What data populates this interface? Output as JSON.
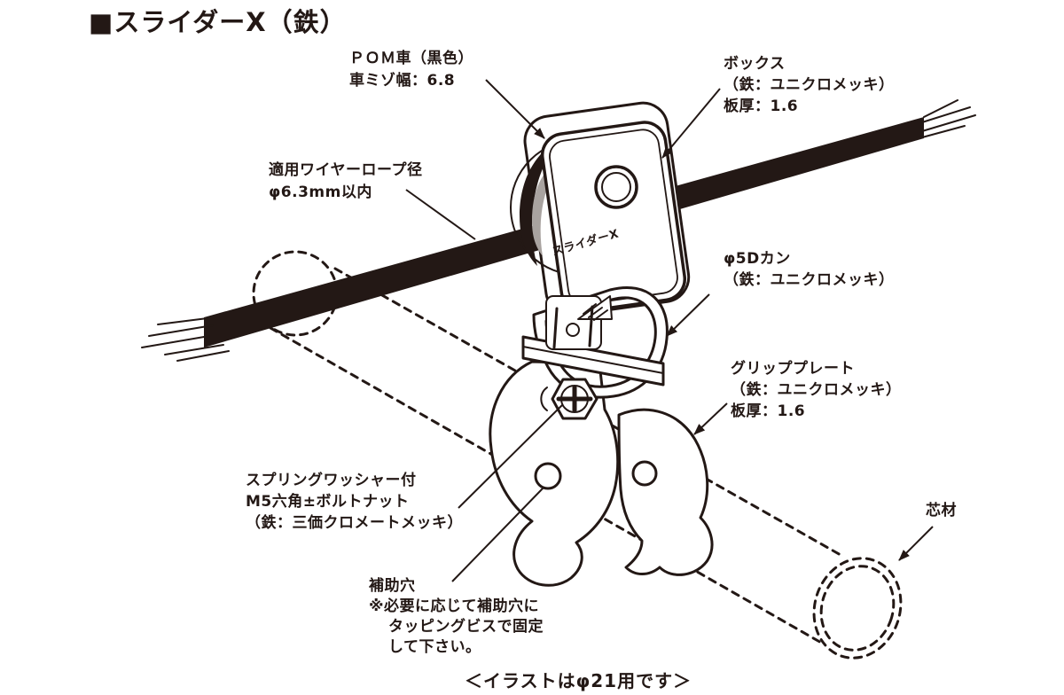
{
  "title": "■スライダーX（鉄）",
  "device_mark": "スライダーX",
  "caption": "＜イラストはφ21用です＞",
  "callouts": {
    "pom_wheel": {
      "lines": [
        "ＰＯＭ車（黒色）",
        "車ミゾ幅：6.8"
      ]
    },
    "box": {
      "lines": [
        "ボックス",
        "（鉄：ユニクロメッキ）",
        "板厚：1.6"
      ]
    },
    "wire_rope": {
      "lines": [
        "適用ワイヤーロープ径",
        "φ6.3mm以内"
      ]
    },
    "d_ring": {
      "lines": [
        "φ5Dカン",
        "（鉄：ユニクロメッキ）"
      ]
    },
    "grip_plate": {
      "lines": [
        "グリッププレート",
        "（鉄：ユニクロメッキ）",
        "板厚：1.6"
      ]
    },
    "bolt_nut": {
      "lines": [
        "スプリングワッシャー付",
        "M5六角±ボルトナット",
        "（鉄：三価クロメートメッキ）"
      ]
    },
    "aux_hole": {
      "lines": [
        "補助穴",
        "※必要に応じて補助穴に",
        "タッピングビスで固定",
        "して下さい。"
      ]
    },
    "core": {
      "lines": [
        "芯材"
      ]
    }
  },
  "colors": {
    "ink": "#231815",
    "wheel_gray": "#a9a3a0",
    "background": "#ffffff"
  }
}
